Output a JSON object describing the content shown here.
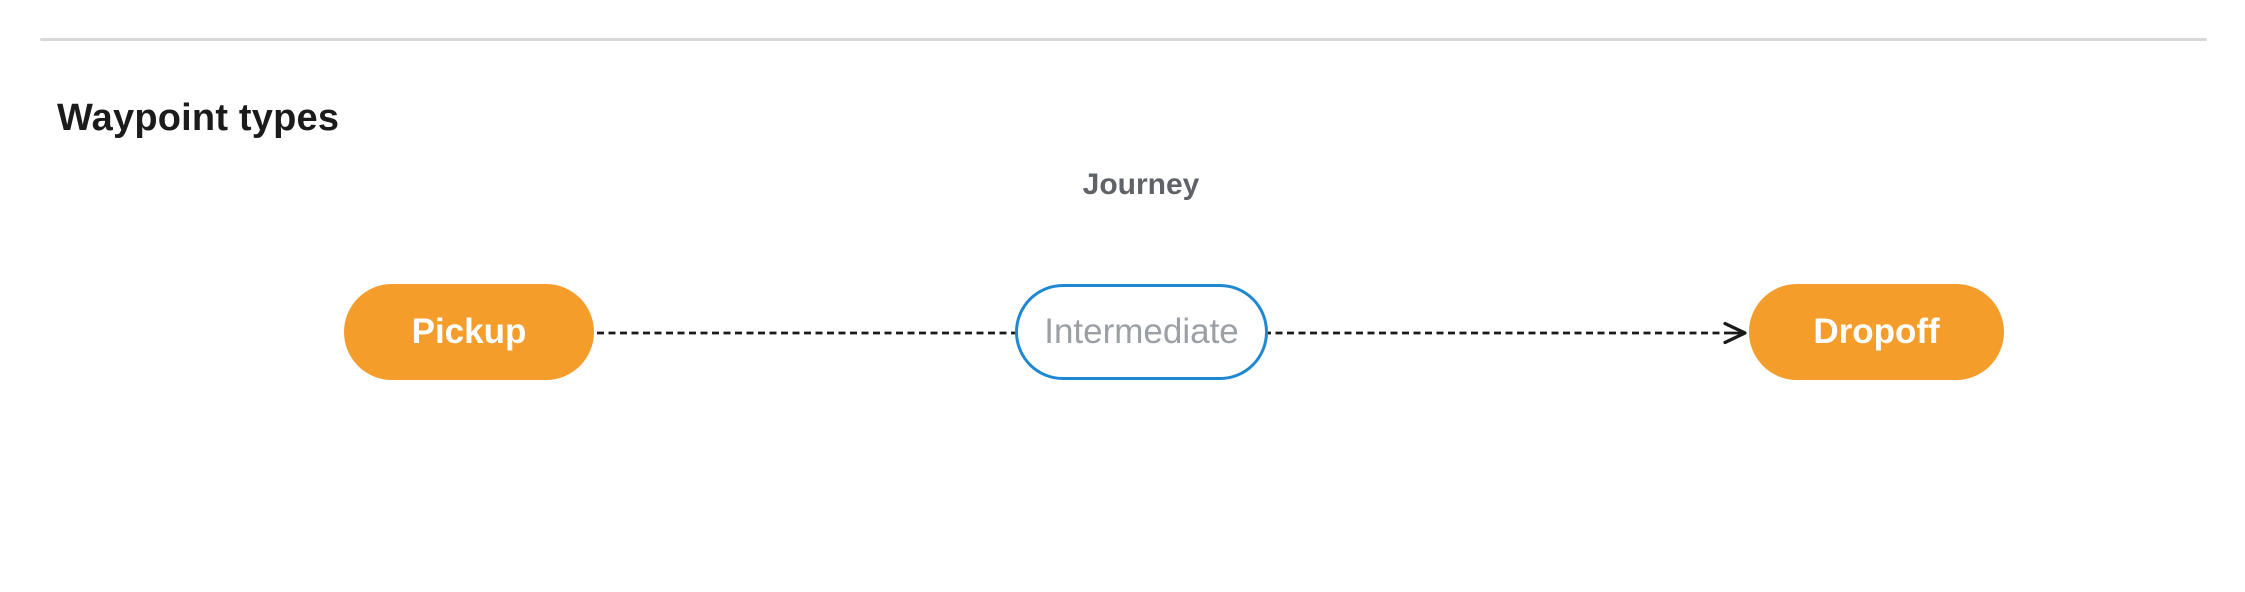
{
  "section": {
    "heading": "Waypoint types"
  },
  "diagram": {
    "label": "Journey",
    "nodes": [
      {
        "label": "Pickup",
        "style": "filled"
      },
      {
        "label": "Intermediate",
        "style": "outlined"
      },
      {
        "label": "Dropoff",
        "style": "filled"
      }
    ],
    "edges": [
      {
        "from": "Pickup",
        "to": "Intermediate",
        "style": "dashed"
      },
      {
        "from": "Intermediate",
        "to": "Dropoff",
        "style": "dashed-arrow"
      }
    ],
    "colors": {
      "node_fill": "#F59D2B",
      "node_fill_text": "#FFFFFF",
      "node_outline": "#1E88D2",
      "node_outline_text": "#9AA0A6",
      "diagram_label_text": "#5F6368",
      "heading_text": "#1B1B1B",
      "edge": "#1A1A1A",
      "divider": "#D8D8D8"
    }
  }
}
